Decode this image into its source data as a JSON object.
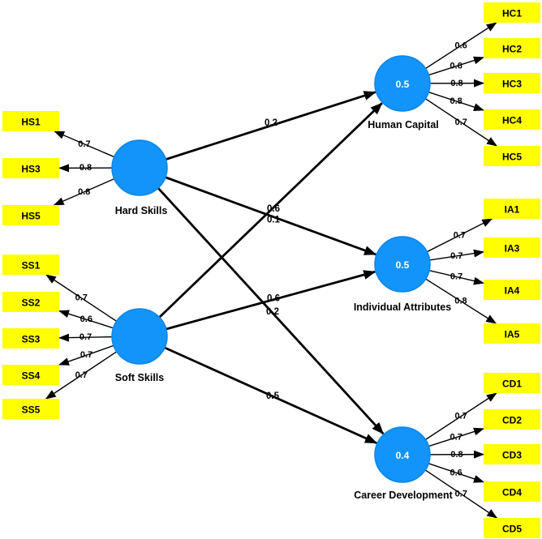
{
  "diagram": {
    "colors": {
      "background": "#ffffff",
      "indicator_fill": "#ffff00",
      "latent_fill": "#1294fb",
      "latent_stroke": "#0d85e8",
      "line": "#000000",
      "latent_value_text": "#ffffff",
      "text": "#000000"
    },
    "latent_variables": [
      {
        "id": "hard_skills",
        "label": "Hard Skills",
        "value": ""
      },
      {
        "id": "soft_skills",
        "label": "Soft Skills",
        "value": ""
      },
      {
        "id": "human_capital",
        "label": "Human Capital",
        "value": "0.5"
      },
      {
        "id": "individual_attributes",
        "label": "Individual Attributes",
        "value": "0.5"
      },
      {
        "id": "career_development",
        "label": "Career Development",
        "value": "0.4"
      }
    ],
    "indicators": [
      {
        "label": "HS1",
        "latent": "hard_skills",
        "loading": "0.7"
      },
      {
        "label": "HS3",
        "latent": "hard_skills",
        "loading": "0.8"
      },
      {
        "label": "HS5",
        "latent": "hard_skills",
        "loading": "0.8"
      },
      {
        "label": "SS1",
        "latent": "soft_skills",
        "loading": "0.7"
      },
      {
        "label": "SS2",
        "latent": "soft_skills",
        "loading": "0.6"
      },
      {
        "label": "SS3",
        "latent": "soft_skills",
        "loading": "0.7"
      },
      {
        "label": "SS4",
        "latent": "soft_skills",
        "loading": "0.7"
      },
      {
        "label": "SS5",
        "latent": "soft_skills",
        "loading": "0.7"
      },
      {
        "label": "HC1",
        "latent": "human_capital",
        "loading": "0.6"
      },
      {
        "label": "HC2",
        "latent": "human_capital",
        "loading": "0.6"
      },
      {
        "label": "HC3",
        "latent": "human_capital",
        "loading": "0.8"
      },
      {
        "label": "HC4",
        "latent": "human_capital",
        "loading": "0.8"
      },
      {
        "label": "HC5",
        "latent": "human_capital",
        "loading": "0.7"
      },
      {
        "label": "IA1",
        "latent": "individual_attributes",
        "loading": "0.7"
      },
      {
        "label": "IA3",
        "latent": "individual_attributes",
        "loading": "0.7"
      },
      {
        "label": "IA4",
        "latent": "individual_attributes",
        "loading": "0.7"
      },
      {
        "label": "IA5",
        "latent": "individual_attributes",
        "loading": "0.8"
      },
      {
        "label": "CD1",
        "latent": "career_development",
        "loading": "0.7"
      },
      {
        "label": "CD2",
        "latent": "career_development",
        "loading": "0.7"
      },
      {
        "label": "CD3",
        "latent": "career_development",
        "loading": "0.8"
      },
      {
        "label": "CD4",
        "latent": "career_development",
        "loading": "0.6"
      },
      {
        "label": "CD5",
        "latent": "career_development",
        "loading": "0.7"
      }
    ],
    "paths": [
      {
        "from": "hard_skills",
        "to": "human_capital",
        "coefficient": "0.2"
      },
      {
        "from": "hard_skills",
        "to": "individual_attributes",
        "coefficient": "0.1"
      },
      {
        "from": "hard_skills",
        "to": "career_development",
        "coefficient": "0.2"
      },
      {
        "from": "soft_skills",
        "to": "human_capital",
        "coefficient": "0.6"
      },
      {
        "from": "soft_skills",
        "to": "individual_attributes",
        "coefficient": "0.6"
      },
      {
        "from": "soft_skills",
        "to": "career_development",
        "coefficient": "0.5"
      }
    ]
  }
}
